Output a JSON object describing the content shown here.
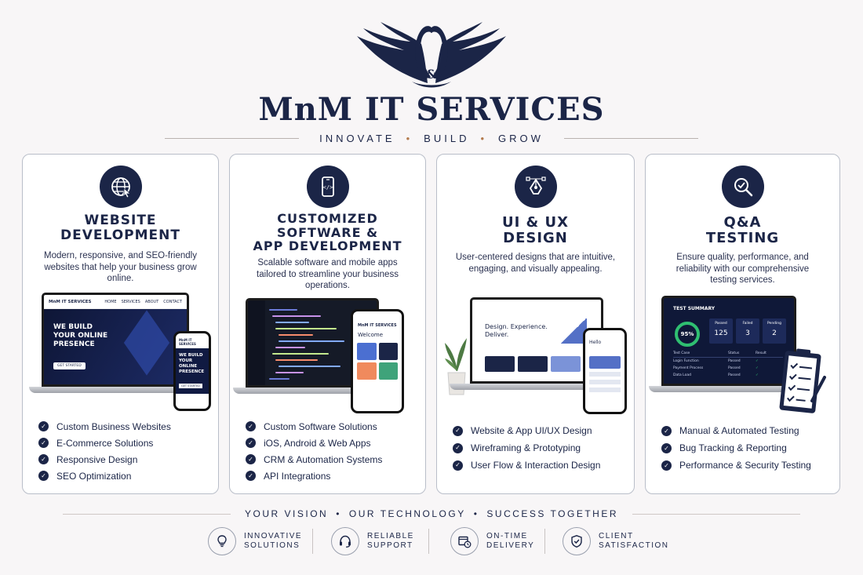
{
  "brand": {
    "name": "MnM IT SERVICES",
    "logo_text": "&",
    "tagline": [
      "INNOVATE",
      "BUILD",
      "GROW"
    ]
  },
  "cards": [
    {
      "icon": "globe-icon",
      "title": "WEBSITE\nDEVELOPMENT",
      "desc": "Modern, responsive, and SEO-friendly websites that help your business grow online.",
      "features": [
        "Custom Business Websites",
        "E-Commerce Solutions",
        "Responsive Design",
        "SEO Optimization"
      ],
      "mock": {
        "brand": "MnM IT SERVICES",
        "nav": [
          "HOME",
          "SERVICES",
          "ABOUT",
          "CONTACT"
        ],
        "hero": "WE BUILD\nYOUR ONLINE\nPRESENCE",
        "cta": "GET STARTED",
        "phone_brand": "MnM IT SERVICES",
        "phone_hero": "WE BUILD\nYOUR ONLINE\nPRESENCE",
        "phone_cta": "GET STARTED"
      }
    },
    {
      "icon": "code-phone-icon",
      "title": "CUSTOMIZED\nSOFTWARE &\nAPP DEVELOPMENT",
      "desc": "Scalable software and mobile apps tailored to streamline your business operations.",
      "features": [
        "Custom Software Solutions",
        "iOS, Android & Web Apps",
        "CRM & Automation Systems",
        "API Integrations"
      ],
      "mock": {
        "phone_brand": "MnM IT SERVICES",
        "phone_welcome": "Welcome"
      }
    },
    {
      "icon": "pen-tool-icon",
      "title": "UI & UX\nDESIGN",
      "desc": "User-centered designs that are intuitive, engaging, and visually appealing.",
      "features": [
        "Website & App UI/UX Design",
        "Wireframing & Prototyping",
        "User Flow & Interaction Design"
      ],
      "mock": {
        "hero": "Design. Experience.\nDeliver.",
        "phone_hello": "Hello"
      }
    },
    {
      "icon": "magnifier-check-icon",
      "title": "Q&A\nTESTING",
      "desc": "Ensure quality, performance, and reliability with our comprehensive testing services.",
      "features": [
        "Manual & Automated Testing",
        "Bug Tracking & Reporting",
        "Performance & Security Testing"
      ],
      "mock": {
        "summary_title": "TEST SUMMARY",
        "percent": "95%",
        "stats": [
          {
            "label": "Passed",
            "value": "125"
          },
          {
            "label": "Failed",
            "value": "3"
          },
          {
            "label": "Pending",
            "value": "2"
          }
        ],
        "table_headers": [
          "Test Case",
          "Status",
          "Result"
        ],
        "rows": [
          {
            "case": "Login Function",
            "status": "Passed"
          },
          {
            "case": "Payment Process",
            "status": "Passed"
          },
          {
            "case": "Data Load",
            "status": "Passed"
          }
        ]
      }
    }
  ],
  "footer": {
    "tagline": [
      "YOUR VISION",
      "OUR TECHNOLOGY",
      "SUCCESS TOGETHER"
    ],
    "badges": [
      {
        "icon": "lightbulb-icon",
        "line1": "INNOVATIVE",
        "line2": "SOLUTIONS"
      },
      {
        "icon": "headset-icon",
        "line1": "RELIABLE",
        "line2": "SUPPORT"
      },
      {
        "icon": "calendar-clock-icon",
        "line1": "ON-TIME",
        "line2": "DELIVERY"
      },
      {
        "icon": "shield-check-icon",
        "line1": "CLIENT",
        "line2": "SATISFACTION"
      }
    ]
  },
  "colors": {
    "navy": "#1b2547",
    "accent": "#b37a4d",
    "background": "#f8f6f7"
  }
}
